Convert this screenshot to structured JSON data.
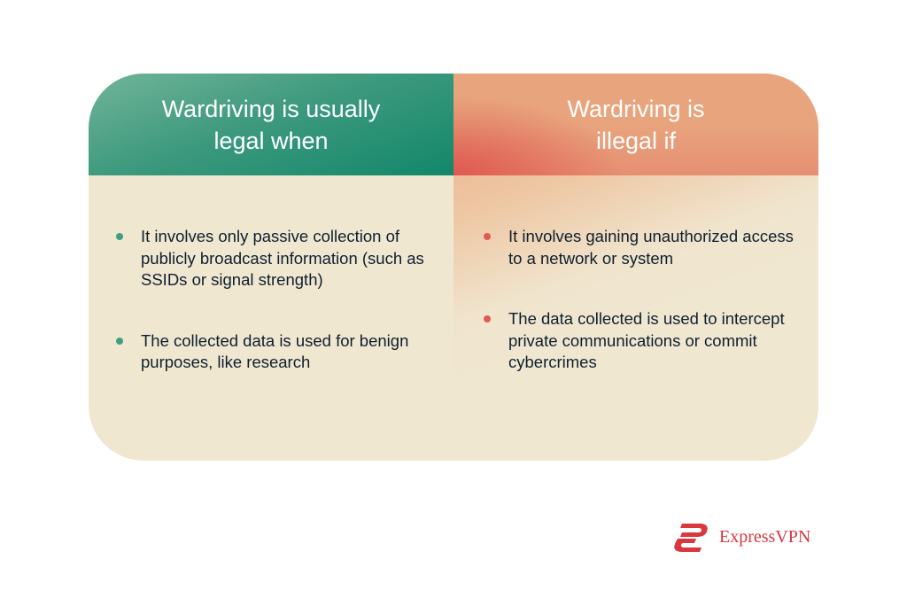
{
  "left": {
    "title": "Wardriving is usually legal when",
    "accent": "#3f9f83",
    "items": [
      "It involves only passive collection of publicly broadcast information (such as SSIDs or signal strength)",
      "The collected data is used for benign purposes, like research"
    ]
  },
  "right": {
    "title": "Wardriving is illegal if",
    "accent": "#e05a52",
    "items": [
      "It involves gaining unauthorized access to a network or system",
      "The data collected is used to intercept private communications or commit cybercrimes"
    ]
  },
  "brand": {
    "name": "ExpressVPN",
    "icon": "expressvpn-logo-icon",
    "color": "#d9383e"
  }
}
